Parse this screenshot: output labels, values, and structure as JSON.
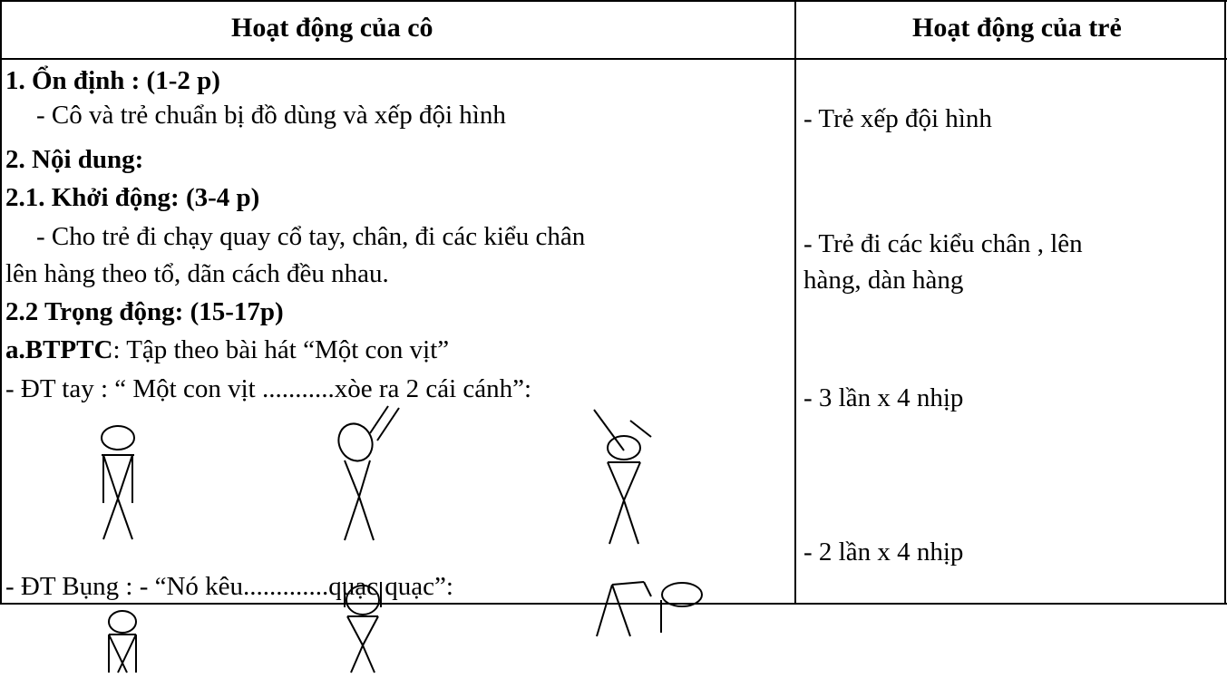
{
  "table": {
    "headers": {
      "teacher": "Hoạt động của cô",
      "child": "Hoạt động của trẻ"
    },
    "teacher_lines": {
      "on_dinh_title": "1. Ổn định : (1-2 p)",
      "on_dinh_text": "- Cô và trẻ chuẩn bị đồ dùng và xếp đội hình",
      "noi_dung_title": "2. Nội dung:",
      "khoi_dong_title": "2.1. Khởi động: (3-4 p)",
      "khoi_dong_text_1": "- Cho trẻ đi chạy quay cổ tay, chân, đi các kiểu chân",
      "khoi_dong_text_2": "lên hàng theo tổ, dãn cách đều nhau.",
      "trong_dong_title": "2.2 Trọng động: (15-17p)",
      "btptc_label": "a.BTPTC",
      "btptc_text": ": Tập theo bài hát “Một con vịt”",
      "dt_tay": "- ĐT tay : “ Một con vịt ...........xòe ra 2 cái cánh”:",
      "dt_bung": "- ĐT Bụng : - “Nó kêu.............quạc quạc”:"
    },
    "child_lines": {
      "xep_doi_hinh": "- Trẻ xếp đội hình",
      "kieu_chan_1": "- Trẻ đi các kiểu chân , lên",
      "kieu_chan_2": "hàng, dàn hàng",
      "tay_reps": "- 3 lần x 4 nhịp",
      "bung_reps": "- 2 lần x 4 nhịp"
    }
  }
}
